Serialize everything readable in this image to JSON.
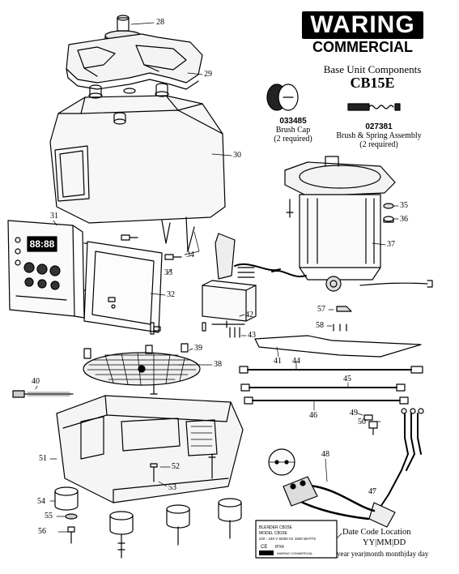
{
  "brand": {
    "name": "WARING",
    "line2": "COMMERCIAL"
  },
  "header": {
    "subtitle": "Base Unit Components",
    "model": "CB15E"
  },
  "parts": [
    {
      "number": "033485",
      "name": "Brush Cap",
      "qty": "(2 required)"
    },
    {
      "number": "027381",
      "name": "Brush & Spring Assembly",
      "qty": "(2 required)"
    }
  ],
  "callouts": [
    "28",
    "29",
    "30",
    "31",
    "32",
    "33",
    "34",
    "35",
    "36",
    "37",
    "38",
    "39",
    "40",
    "41",
    "42",
    "43",
    "44",
    "45",
    "46",
    "47",
    "48",
    "49",
    "50",
    "51",
    "52",
    "53",
    "54",
    "55",
    "56",
    "57",
    "58"
  ],
  "date_code": {
    "title": "Date Code Location",
    "format": "YY|MM|DD",
    "legend": "year year|month month|day day"
  },
  "control_panel": {
    "display": "88:88"
  },
  "rating_plate": {
    "lines": [
      "BLENDER  CB15E",
      "MODEL    CB15E",
      "220 - 240 V  50/60 Hz  1500 WATTS"
    ],
    "marks": [
      "CE",
      "IPX4"
    ],
    "brand": "WARING COMMERCIAL"
  }
}
